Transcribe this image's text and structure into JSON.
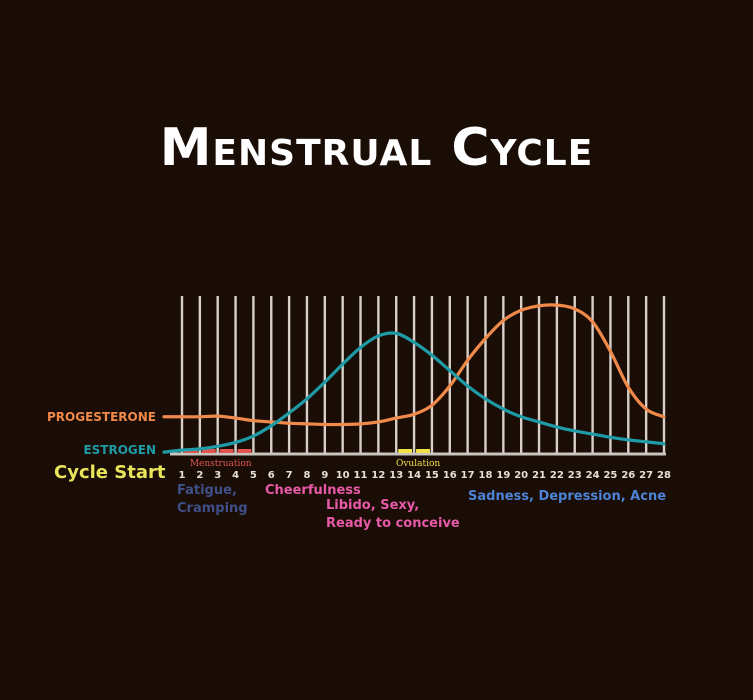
{
  "title": "Menstrual Cycle",
  "chart_data": {
    "type": "line",
    "x": [
      1,
      2,
      3,
      4,
      5,
      6,
      7,
      8,
      9,
      10,
      11,
      12,
      13,
      14,
      15,
      16,
      17,
      18,
      19,
      20,
      21,
      22,
      23,
      24,
      25,
      26,
      27,
      28
    ],
    "xlabel": "",
    "ylabel": "",
    "grid": "vertical",
    "series": [
      {
        "name": "PROGESTERONE",
        "color": "#f08a4b",
        "values": [
          2.9,
          2.9,
          2.95,
          2.8,
          2.6,
          2.5,
          2.4,
          2.35,
          2.3,
          2.3,
          2.35,
          2.5,
          2.8,
          3.1,
          3.8,
          5.3,
          7.3,
          9.0,
          10.4,
          11.2,
          11.55,
          11.6,
          11.3,
          10.3,
          8.0,
          5.2,
          3.5,
          2.9
        ]
      },
      {
        "name": "ESTROGEN",
        "color": "#1e9ba6",
        "values": [
          0.3,
          0.4,
          0.6,
          0.9,
          1.4,
          2.2,
          3.2,
          4.3,
          5.6,
          7.0,
          8.3,
          9.2,
          9.4,
          8.7,
          7.7,
          6.5,
          5.3,
          4.3,
          3.5,
          2.9,
          2.5,
          2.1,
          1.8,
          1.55,
          1.3,
          1.1,
          0.95,
          0.8
        ]
      }
    ],
    "bands": [
      {
        "label": "Menstruation",
        "from": 1,
        "to": 5,
        "color": "#e05550",
        "label_color": "#e05550"
      },
      {
        "label": "Ovulation",
        "from": 13,
        "to": 15,
        "color": "#f1e14a",
        "label_color": "#f1e14a"
      }
    ],
    "cycle_start_label": "Cycle Start",
    "notes": {
      "fatigue": [
        "Fatigue,",
        "Cramping"
      ],
      "cheerfulness": [
        "Cheerfulness"
      ],
      "libido": [
        "Libido, Sexy,",
        "Ready to conceive"
      ],
      "sadness": [
        "Sadness, Depression, Acne"
      ]
    },
    "colors": {
      "background": "#1a0d05",
      "grid": "#d8d0c8",
      "baseline": "#c9c4c0"
    }
  }
}
